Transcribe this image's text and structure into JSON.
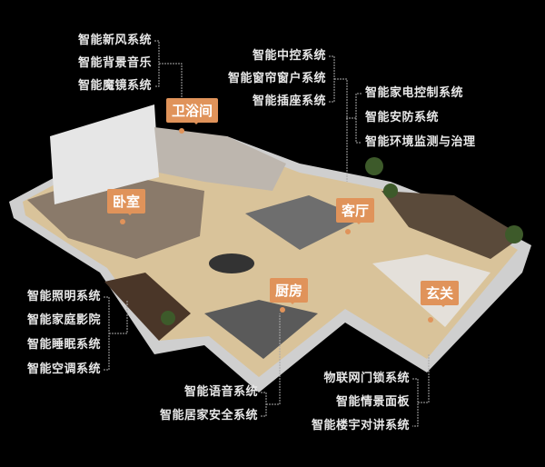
{
  "rooms": {
    "bathroom": "卫浴间",
    "bedroom": "卧室",
    "living_room": "客厅",
    "kitchen": "厨房",
    "entrance": "玄关"
  },
  "groups": {
    "bathroom_systems": [
      "智能新风系统",
      "智能背景音乐",
      "智能魔镜系统"
    ],
    "central_systems": [
      "智能中控系统",
      "智能窗帘窗户系统",
      "智能插座系统"
    ],
    "living_systems": [
      "智能家电控制系统",
      "智能安防系统",
      "智能环境监测与治理"
    ],
    "bedroom_systems": [
      "智能照明系统",
      "智能家庭影院",
      "智能睡眠系统",
      "智能空调系统"
    ],
    "kitchen_systems": [
      "智能语音系统",
      "智能居家安全系统"
    ],
    "entrance_systems": [
      "物联网门锁系统",
      "智能情景面板",
      "智能楼宇对讲系统"
    ]
  },
  "colors": {
    "background": "#000000",
    "tag": "#e0935a",
    "text": "#e8e8e8",
    "floor": "#d9c39a",
    "wall": "#e6e6e6"
  }
}
